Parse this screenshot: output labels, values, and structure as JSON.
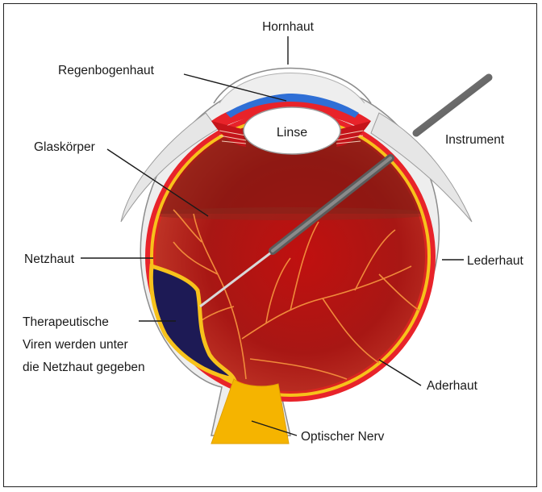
{
  "labels": {
    "hornhaut": "Hornhaut",
    "regenbogenhaut": "Regenbogenhaut",
    "linse": "Linse",
    "instrument": "Instrument",
    "glaskoerper": "Glaskörper",
    "netzhaut": "Netzhaut",
    "lederhaut": "Lederhaut",
    "therapeutische": [
      "Therapeutische",
      "Viren werden unter",
      "die Netzhaut gegeben"
    ],
    "aderhaut": "Aderhaut",
    "optischer_nerv": "Optischer Nerv"
  },
  "colors": {
    "sclera": "#eeeeee",
    "sclera_outline": "#8c8c8c",
    "choroid": "#e8232a",
    "retina": "#f7c21b",
    "vitreous_dark": "#8b0a0a",
    "vitreous_light": "#c8201e",
    "iris": "#2f6fd6",
    "lens": "#ffffff",
    "injection": "#1d1a55",
    "nerve": "#f5b400",
    "instrument": "#6b6b6b",
    "vessels": "#f08a3a"
  }
}
